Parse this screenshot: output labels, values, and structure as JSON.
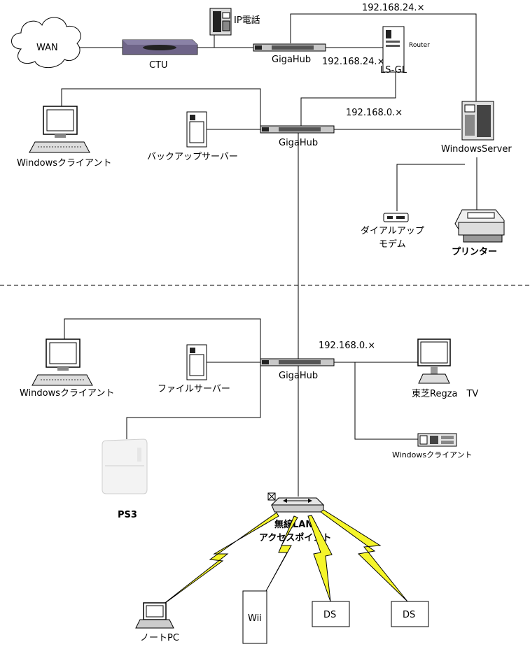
{
  "labels": {
    "wan": "WAN",
    "ip_phone": "IP電話",
    "ctu": "CTU",
    "gigahub_top": "GigaHub",
    "router_caption": "Router",
    "router_name": "LS-GL",
    "ip_top": "192.168.24.×",
    "ip_router": "192.168.24.×",
    "ip_lan1": "192.168.0.×",
    "gigahub_mid": "GigaHub",
    "windows_server": "WindowsServer",
    "windows_client_1": "Windowsクライアント",
    "backup_server": "バックアップサーバー",
    "dialup_modem_1": "ダイアルアップ",
    "dialup_modem_2": "モデム",
    "printer": "プリンター",
    "ip_lan2": "192.168.0.×",
    "gigahub_low": "GigaHub",
    "windows_client_2": "Windowsクライアント",
    "file_server": "ファイルサーバー",
    "toshiba_tv": "東芝Regza　TV",
    "windows_client_3": "Windowsクライアント",
    "ps3": "PS3",
    "wlan_ap_1": "無線LAN",
    "wlan_ap_2": "アクセスポイント",
    "notebook_pc": "ノートPC",
    "wii": "Wii",
    "ds_1": "DS",
    "ds_2": "DS"
  },
  "colors": {
    "line": "#000000",
    "wireless_bolt": "#f5f52a",
    "ctu_body": "#6e6488",
    "device_gray": "#c8c8c8"
  }
}
